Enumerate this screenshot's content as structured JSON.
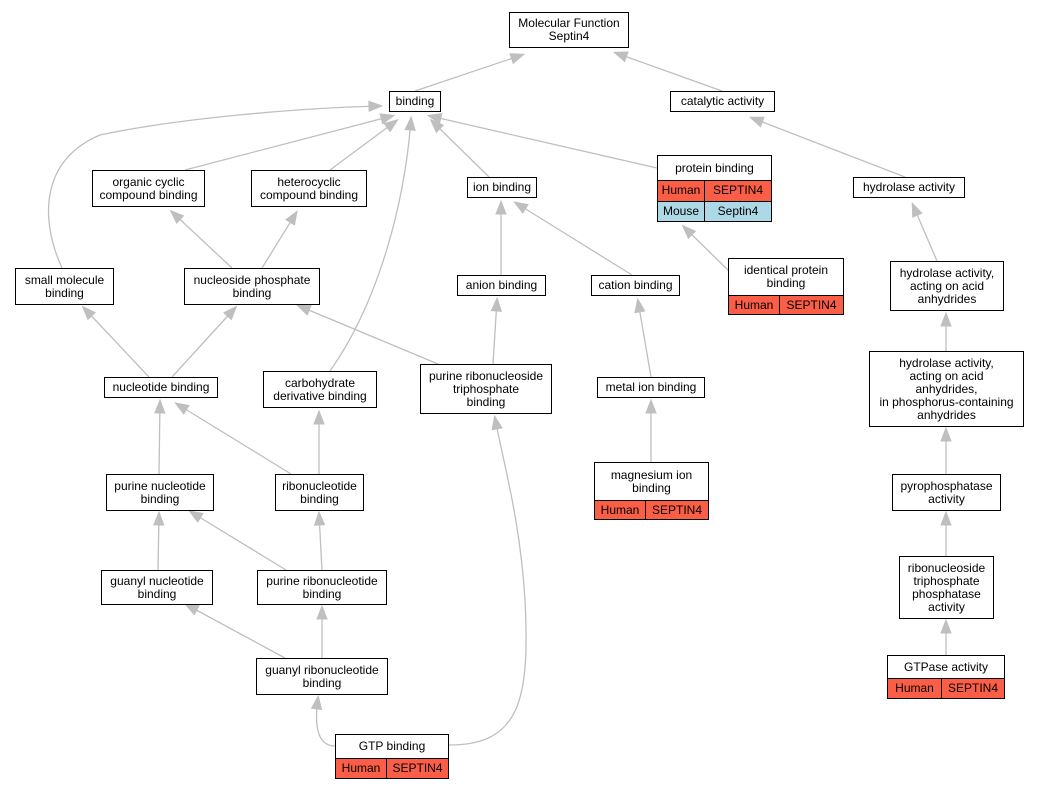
{
  "colors": {
    "edge": "#bfbfbf",
    "human": "#fb5e47",
    "mouse": "#add8e6",
    "node_border": "#000000",
    "background": "#ffffff"
  },
  "nodes": [
    {
      "id": "mf",
      "lines": [
        "Molecular Function",
        "Septin4"
      ],
      "rows": []
    },
    {
      "id": "binding",
      "lines": [
        "binding"
      ],
      "rows": []
    },
    {
      "id": "catalytic",
      "lines": [
        "catalytic activity"
      ],
      "rows": []
    },
    {
      "id": "organic",
      "lines": [
        "organic cyclic",
        "compound binding"
      ],
      "rows": []
    },
    {
      "id": "hetero",
      "lines": [
        "heterocyclic",
        "compound binding"
      ],
      "rows": []
    },
    {
      "id": "ion",
      "lines": [
        "ion binding"
      ],
      "rows": []
    },
    {
      "id": "protein",
      "lines": [
        "protein binding"
      ],
      "rows": [
        {
          "species": "Human",
          "gene": "SEPTIN4",
          "color": "#fb5e47"
        },
        {
          "species": "Mouse",
          "gene": "Septin4",
          "color": "#add8e6"
        }
      ]
    },
    {
      "id": "hydrolase",
      "lines": [
        "hydrolase activity"
      ],
      "rows": []
    },
    {
      "id": "smallmol",
      "lines": [
        "small molecule",
        "binding"
      ],
      "rows": []
    },
    {
      "id": "nucphos",
      "lines": [
        "nucleoside phosphate",
        "binding"
      ],
      "rows": []
    },
    {
      "id": "anion",
      "lines": [
        "anion binding"
      ],
      "rows": []
    },
    {
      "id": "cation",
      "lines": [
        "cation binding"
      ],
      "rows": []
    },
    {
      "id": "identical",
      "lines": [
        "identical protein",
        "binding"
      ],
      "rows": [
        {
          "species": "Human",
          "gene": "SEPTIN4",
          "color": "#fb5e47"
        }
      ]
    },
    {
      "id": "hydroacid",
      "lines": [
        "hydrolase activity,",
        "acting on acid",
        "anhydrides"
      ],
      "rows": []
    },
    {
      "id": "nucleotide",
      "lines": [
        "nucleotide binding"
      ],
      "rows": []
    },
    {
      "id": "carbo",
      "lines": [
        "carbohydrate",
        "derivative binding"
      ],
      "rows": []
    },
    {
      "id": "purinetri",
      "lines": [
        "purine ribonucleoside",
        "triphosphate",
        "binding"
      ],
      "rows": []
    },
    {
      "id": "metal",
      "lines": [
        "metal ion binding"
      ],
      "rows": []
    },
    {
      "id": "hydrophos",
      "lines": [
        "hydrolase activity,",
        "acting on acid",
        "anhydrides,",
        "in phosphorus-containing",
        "anhydrides"
      ],
      "rows": []
    },
    {
      "id": "purinenuc",
      "lines": [
        "purine nucleotide",
        "binding"
      ],
      "rows": []
    },
    {
      "id": "ribonuc",
      "lines": [
        "ribonucleotide",
        "binding"
      ],
      "rows": []
    },
    {
      "id": "magnesium",
      "lines": [
        "magnesium ion",
        "binding"
      ],
      "rows": [
        {
          "species": "Human",
          "gene": "SEPTIN4",
          "color": "#fb5e47"
        }
      ]
    },
    {
      "id": "pyro",
      "lines": [
        "pyrophosphatase",
        "activity"
      ],
      "rows": []
    },
    {
      "id": "guanylnuc",
      "lines": [
        "guanyl nucleotide",
        "binding"
      ],
      "rows": []
    },
    {
      "id": "purineribo",
      "lines": [
        "purine ribonucleotide",
        "binding"
      ],
      "rows": []
    },
    {
      "id": "ribotri",
      "lines": [
        "ribonucleoside",
        "triphosphate",
        "phosphatase",
        "activity"
      ],
      "rows": []
    },
    {
      "id": "gtpase",
      "lines": [
        "GTPase activity"
      ],
      "rows": [
        {
          "species": "Human",
          "gene": "SEPTIN4",
          "color": "#fb5e47"
        }
      ]
    },
    {
      "id": "guanylribo",
      "lines": [
        "guanyl ribonucleotide",
        "binding"
      ],
      "rows": []
    },
    {
      "id": "gtp",
      "lines": [
        "GTP binding"
      ],
      "rows": [
        {
          "species": "Human",
          "gene": "SEPTIN4",
          "color": "#fb5e47"
        }
      ]
    }
  ],
  "edges": [
    [
      "binding",
      "mf"
    ],
    [
      "catalytic",
      "mf"
    ],
    [
      "organic",
      "binding"
    ],
    [
      "hetero",
      "binding"
    ],
    [
      "ion",
      "binding"
    ],
    [
      "protein",
      "binding"
    ],
    [
      "smallmol",
      "binding"
    ],
    [
      "carbo",
      "binding"
    ],
    [
      "hydrolase",
      "catalytic"
    ],
    [
      "nucphos",
      "organic"
    ],
    [
      "nucphos",
      "hetero"
    ],
    [
      "anion",
      "ion"
    ],
    [
      "cation",
      "ion"
    ],
    [
      "identical",
      "protein"
    ],
    [
      "hydroacid",
      "hydrolase"
    ],
    [
      "nucleotide",
      "smallmol"
    ],
    [
      "nucleotide",
      "nucphos"
    ],
    [
      "purinetri",
      "anion"
    ],
    [
      "purinetri",
      "nucphos"
    ],
    [
      "metal",
      "cation"
    ],
    [
      "hydrophos",
      "hydroacid"
    ],
    [
      "purinenuc",
      "nucleotide"
    ],
    [
      "ribonuc",
      "nucleotide"
    ],
    [
      "ribonuc",
      "carbo"
    ],
    [
      "magnesium",
      "metal"
    ],
    [
      "pyro",
      "hydrophos"
    ],
    [
      "guanylnuc",
      "purinenuc"
    ],
    [
      "purineribo",
      "purinenuc"
    ],
    [
      "purineribo",
      "ribonuc"
    ],
    [
      "ribotri",
      "pyro"
    ],
    [
      "gtpase",
      "ribotri"
    ],
    [
      "guanylribo",
      "guanylnuc"
    ],
    [
      "guanylribo",
      "purineribo"
    ],
    [
      "gtp",
      "guanylribo"
    ],
    [
      "gtp",
      "purinetri"
    ]
  ]
}
